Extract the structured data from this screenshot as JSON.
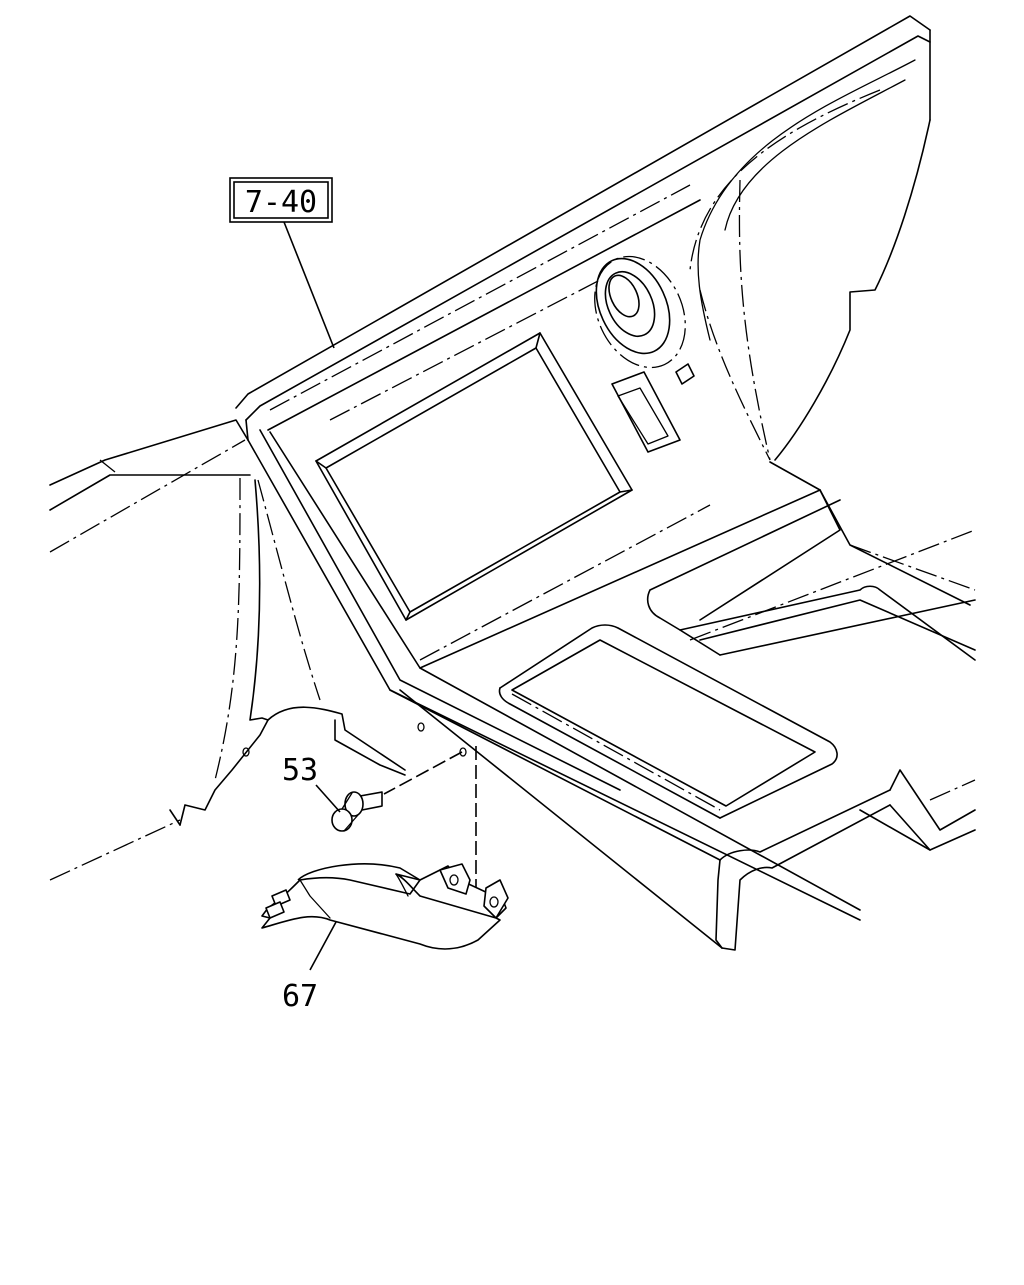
{
  "callouts": {
    "assembly_ref": "7-40",
    "part_clip": "53",
    "part_bracket": "67"
  }
}
